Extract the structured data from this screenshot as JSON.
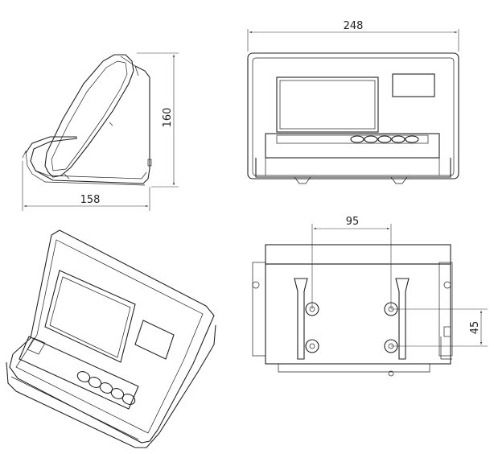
{
  "dimensions": {
    "width_top": "248",
    "height_side": "160",
    "depth_side": "158",
    "hole_spacing_horizontal": "95",
    "hole_spacing_vertical": "45"
  }
}
